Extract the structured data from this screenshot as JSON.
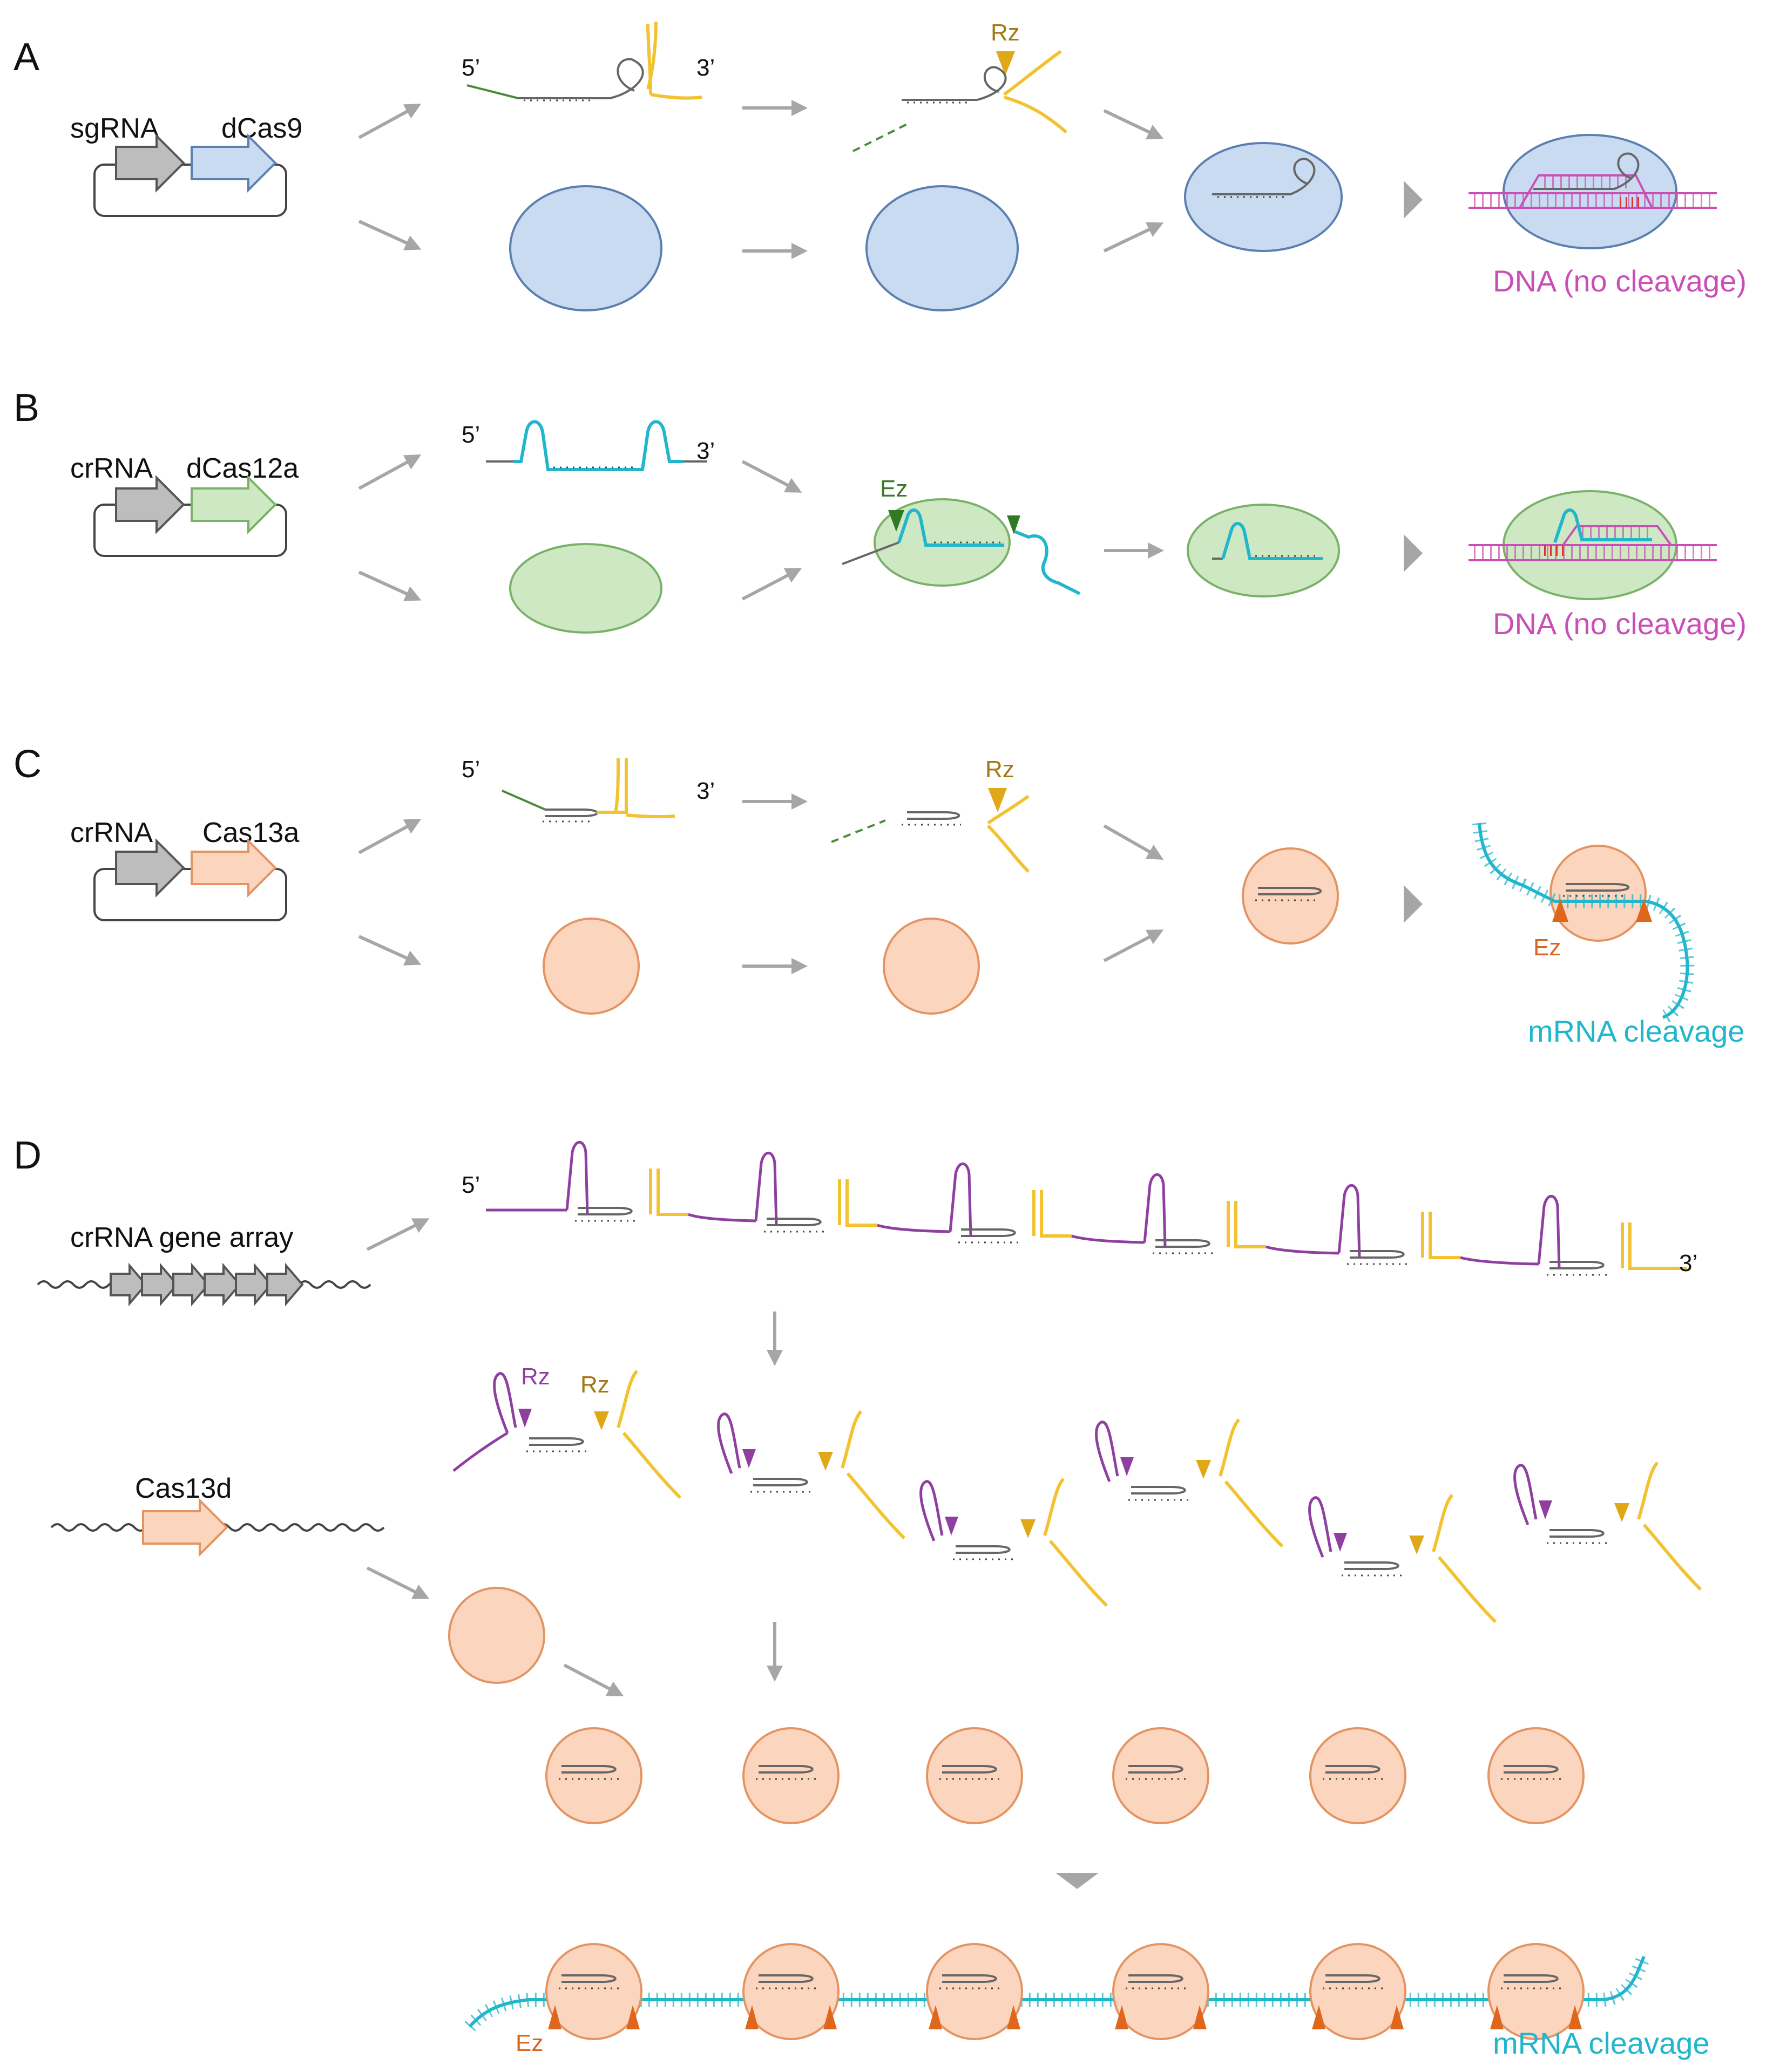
{
  "panels": {
    "a": {
      "letter": "A",
      "guide_gene": "sgRNA",
      "protein_gene": "dCas9",
      "five_prime": "5’",
      "three_prime": "3’",
      "ribozyme": "Rz",
      "outcome": "DNA (no cleavage)"
    },
    "b": {
      "letter": "B",
      "guide_gene": "crRNA",
      "protein_gene": "dCas12a",
      "five_prime": "5’",
      "three_prime": "3’",
      "enzyme": "Ez",
      "outcome": "DNA (no cleavage)"
    },
    "c": {
      "letter": "C",
      "guide_gene": "crRNA",
      "protein_gene": "Cas13a",
      "five_prime": "5’",
      "three_prime": "3’",
      "ribozyme": "Rz",
      "enzyme": "Ez",
      "outcome": "mRNA cleavage"
    },
    "d": {
      "letter": "D",
      "guide_gene": "crRNA gene array",
      "protein_gene": "Cas13d",
      "five_prime": "5’",
      "three_prime": "3’",
      "ribozyme_purple": "Rz",
      "ribozyme_yellow": "Rz",
      "enzyme": "Ez",
      "outcome": "mRNA cleavage"
    }
  },
  "colors": {
    "dcas9": "#c9dbf0",
    "dcas9_edge": "#5a7fb0",
    "dcas12a": "#cfe8c4",
    "dcas12a_edge": "#79b267",
    "cas13": "#fbd5bd",
    "cas13_edge": "#e39462",
    "ribozyme": "#f2c230",
    "purple_linker": "#8e3fa0",
    "cyan_rna": "#22b6cc",
    "dna": "#c94fb6",
    "enzyme_mark": "#e0661c",
    "arrow_gray": "#a6a6a6"
  }
}
